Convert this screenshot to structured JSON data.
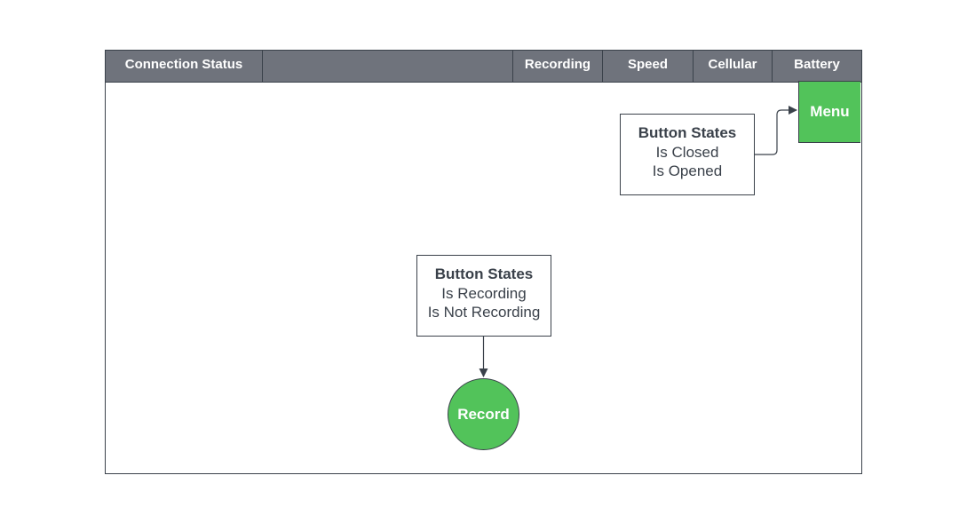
{
  "status_bar": {
    "connection_status": "Connection Status",
    "recording": "Recording",
    "speed": "Speed",
    "cellular": "Cellular",
    "battery": "Battery"
  },
  "menu_button": {
    "label": "Menu"
  },
  "menu_states_note": {
    "title": "Button States",
    "state_1": "Is Closed",
    "state_2": "Is Opened"
  },
  "record_states_note": {
    "title": "Button States",
    "state_1": "Is Recording",
    "state_2": "Is Not Recording"
  },
  "record_button": {
    "label": "Record"
  },
  "colors": {
    "bar": "#6f737c",
    "button_green": "#52c35a",
    "stroke": "#3a414a",
    "text_white": "#ffffff"
  }
}
